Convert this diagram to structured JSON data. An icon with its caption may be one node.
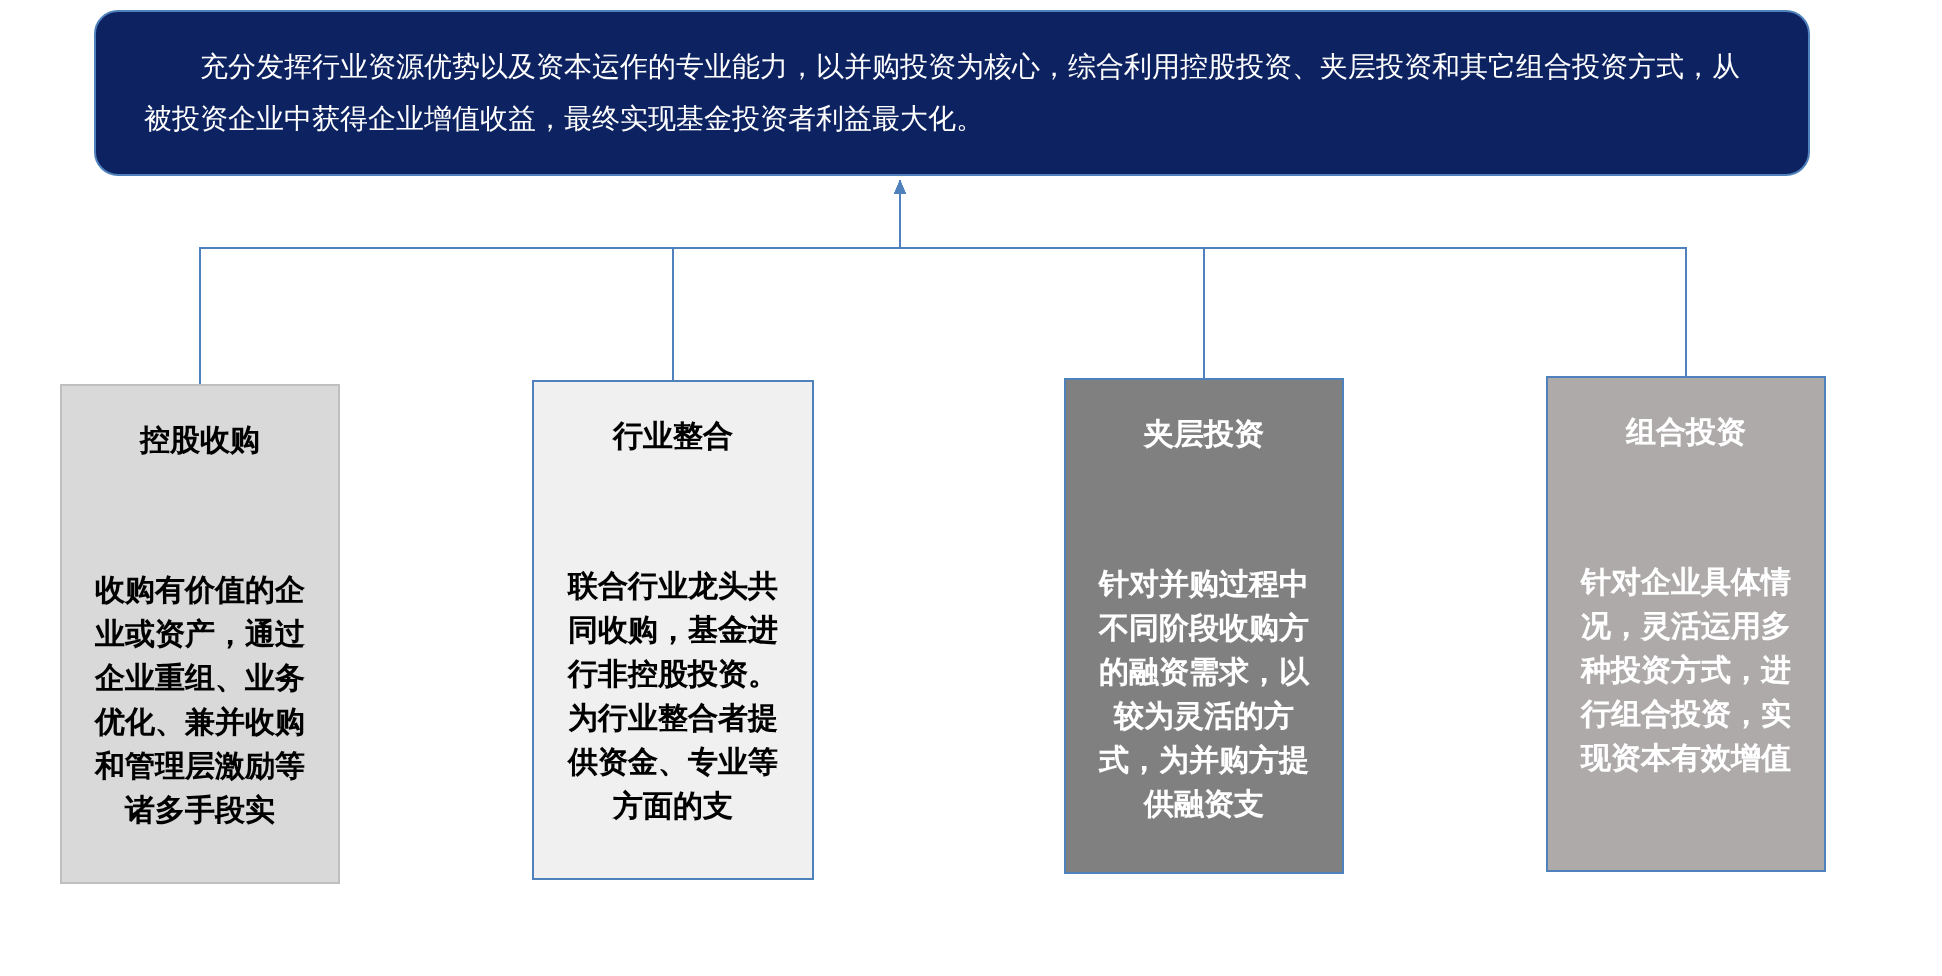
{
  "diagram": {
    "nodes": [
      {
        "text": [
          "充分发挥行业资源优势以及资本运作的专业能力，以并购投资为核心，综合利用控股投资、夹层投资和其它组合投资方式，从被投资企业中获得企业增值收益，最终实现基金投资者利益最大化。"
        ]
      },
      {
        "text": [
          "控股收购",
          "收购有价值的企业或资产，通过企业重组、业务优化、兼并收购和管理层激励等诸多手段实"
        ]
      },
      {
        "text": [
          "行业整合",
          "联合行业龙头共同收购，基金进行非控股投资。为行业整合者提供资金、专业等方面的支"
        ]
      },
      {
        "text": [
          "夹层投资",
          "针对并购过程中不同阶段收购方的融资需求，以较为灵活的方式，为并购方提供融资支"
        ]
      },
      {
        "text": [
          "组合投资",
          "针对企业具体情况，灵活运用多种投资方式，进行组合投资，实现资本有效增值"
        ]
      }
    ],
    "edges": [
      {
        "from": 1,
        "to": 0,
        "arrow": "to"
      },
      {
        "from": 2,
        "to": 0,
        "arrow": "to"
      },
      {
        "from": 3,
        "to": 0,
        "arrow": "to"
      },
      {
        "from": 4,
        "to": 0,
        "arrow": "to"
      }
    ]
  }
}
